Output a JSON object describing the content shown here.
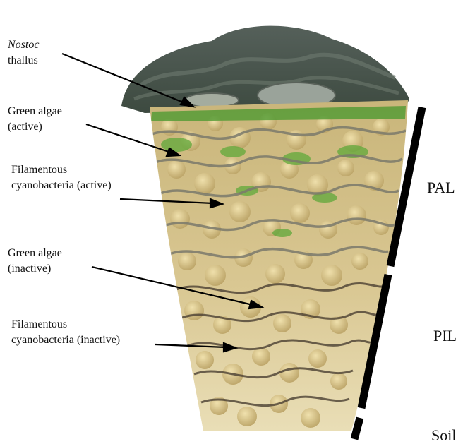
{
  "labels": {
    "nostoc": {
      "line1": "Nostoc",
      "line2": "thallus"
    },
    "green_active": {
      "line1": "Green algae",
      "line2": "(active)"
    },
    "filament_active": {
      "line1": "Filamentous",
      "line2": "cyanobacteria (active)"
    },
    "green_inactive": {
      "line1": "Green algae",
      "line2": "(inactive)"
    },
    "filament_inactive": {
      "line1": "Filamentous",
      "line2": "cyanobacteria (inactive)"
    }
  },
  "zones": {
    "pal": "PAL",
    "pil": "PIL",
    "soil": "Soil"
  },
  "colors": {
    "crust_dark": "#3f4a42",
    "moss_green": "#5fa83a",
    "soil_grain": "#d8c48e",
    "filament": "#6f6a5c",
    "scale_bar": "#000000"
  }
}
